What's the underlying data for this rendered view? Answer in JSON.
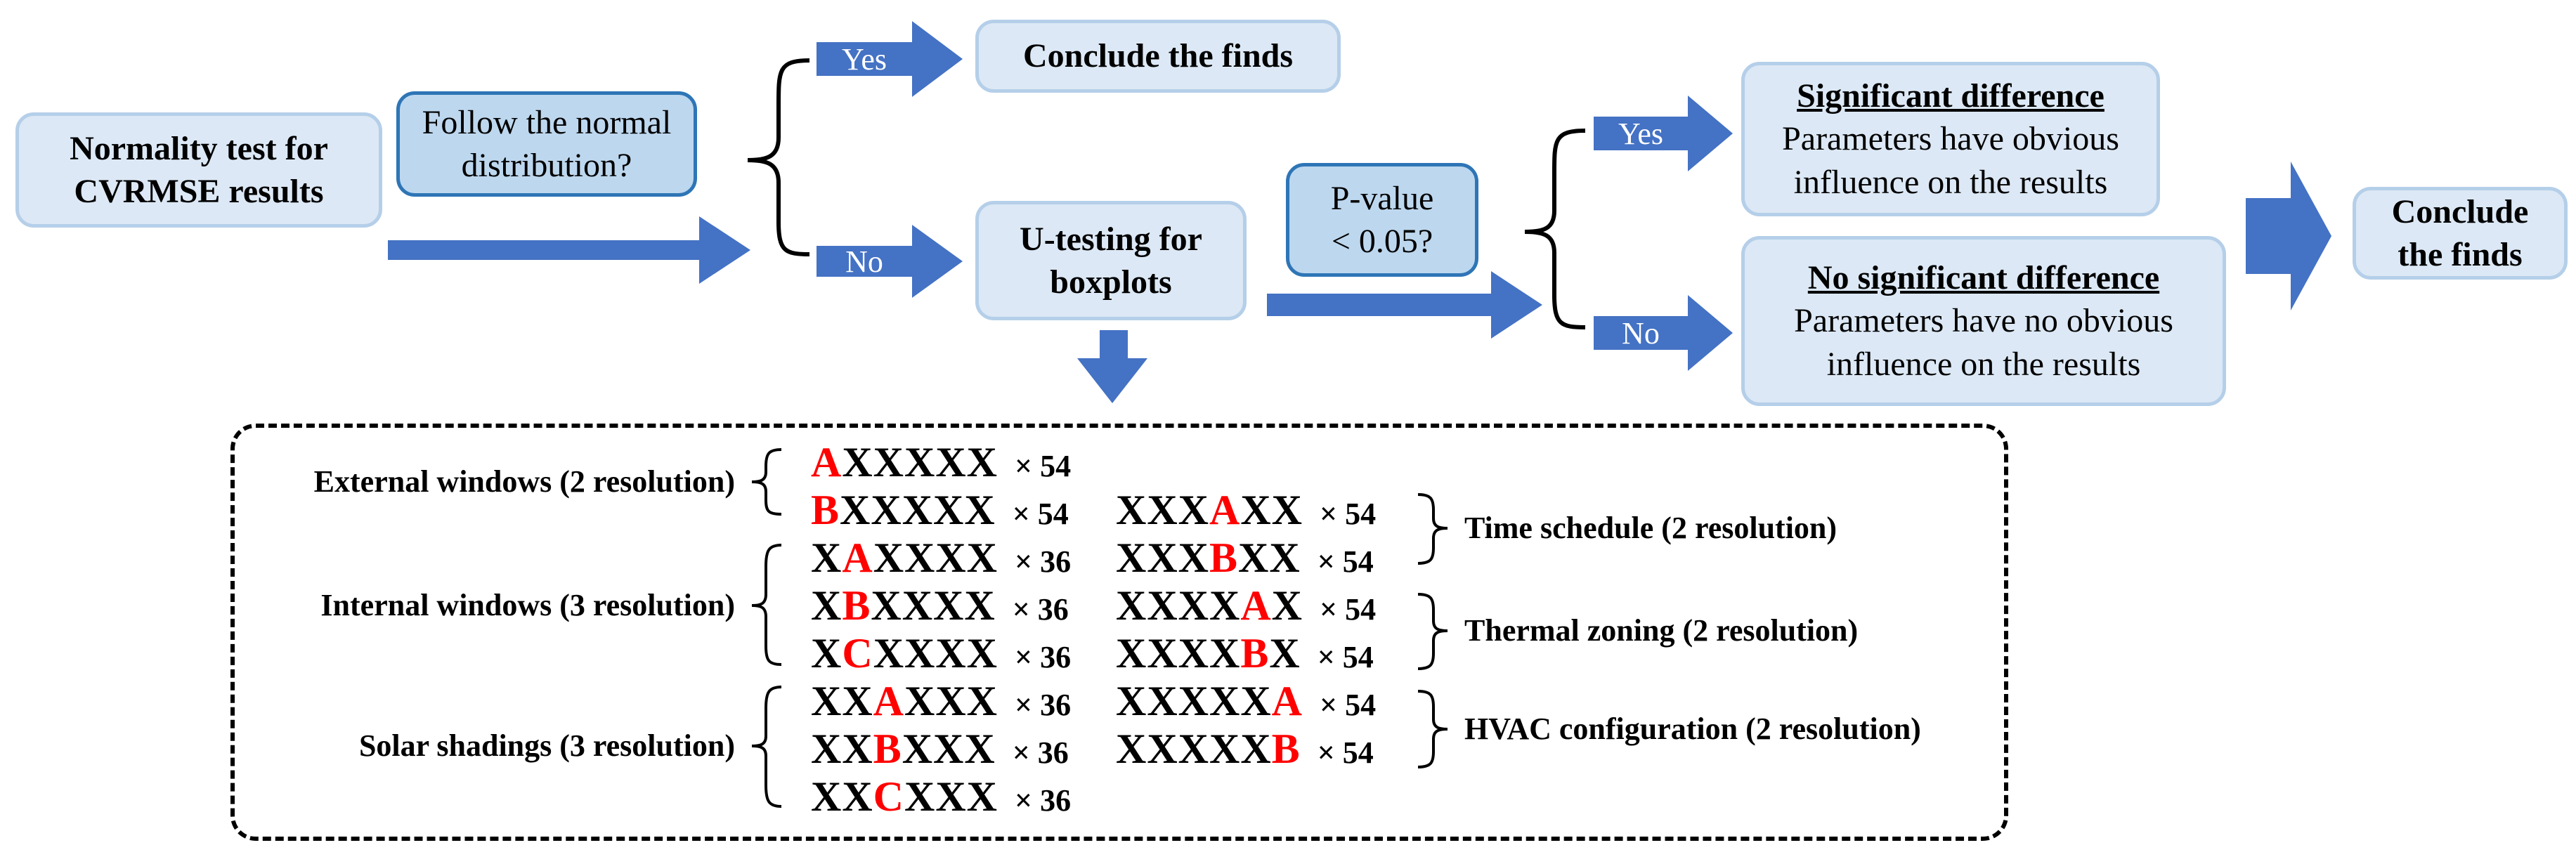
{
  "nodes": {
    "normality_test": "Normality test for\nCVRMSE results",
    "follow_normal": "Follow the normal\ndistribution?",
    "conclude_1": "Conclude the finds",
    "u_testing": "U-testing for\nboxplots",
    "p_value": "P-value\n< 0.05?",
    "significant_title": "Significant difference",
    "significant_body": "Parameters have obvious\ninfluence on the results",
    "no_significant_title": "No significant difference",
    "no_significant_body": "Parameters have no obvious\ninfluence on the results",
    "conclude_2": "Conclude\nthe finds"
  },
  "arrow_labels": {
    "yes_1": "Yes",
    "no_1": "No",
    "yes_2": "Yes",
    "no_2": "No"
  },
  "categories": {
    "external_windows": "External windows (2 resolution)",
    "internal_windows": "Internal windows (3 resolution)",
    "solar_shadings": "Solar shadings (3 resolution)",
    "time_schedule": "Time schedule (2 resolution)",
    "thermal_zoning": "Thermal zoning (2 resolution)",
    "hvac_configuration": "HVAC configuration (2 resolution)"
  },
  "left_codes": [
    {
      "pre": "",
      "hl": "A",
      "post": "XXXXX",
      "mult": "× 54"
    },
    {
      "pre": "",
      "hl": "B",
      "post": "XXXXX",
      "mult": "× 54"
    },
    {
      "pre": "X",
      "hl": "A",
      "post": "XXXX",
      "mult": "× 36"
    },
    {
      "pre": "X",
      "hl": "B",
      "post": "XXXX",
      "mult": "× 36"
    },
    {
      "pre": "X",
      "hl": "C",
      "post": "XXXX",
      "mult": "× 36"
    },
    {
      "pre": "XX",
      "hl": "A",
      "post": "XXX",
      "mult": "× 36"
    },
    {
      "pre": "XX",
      "hl": "B",
      "post": "XXX",
      "mult": "× 36"
    },
    {
      "pre": "XX",
      "hl": "C",
      "post": "XXX",
      "mult": "× 36"
    }
  ],
  "right_codes": [
    {
      "pre": "XXX",
      "hl": "A",
      "post": "XX",
      "mult": "× 54"
    },
    {
      "pre": "XXX",
      "hl": "B",
      "post": "XX",
      "mult": "× 54"
    },
    {
      "pre": "XXXX",
      "hl": "A",
      "post": "X",
      "mult": "× 54"
    },
    {
      "pre": "XXXX",
      "hl": "B",
      "post": "X",
      "mult": "× 54"
    },
    {
      "pre": "XXXXX",
      "hl": "A",
      "post": "",
      "mult": "× 54"
    },
    {
      "pre": "XXXXX",
      "hl": "B",
      "post": "",
      "mult": "× 54"
    }
  ],
  "colors": {
    "arrow_fill": "#4472c4",
    "node_fill": "#dce8f5",
    "decision_fill": "#bdd7ee",
    "highlight": "#ff0000"
  }
}
